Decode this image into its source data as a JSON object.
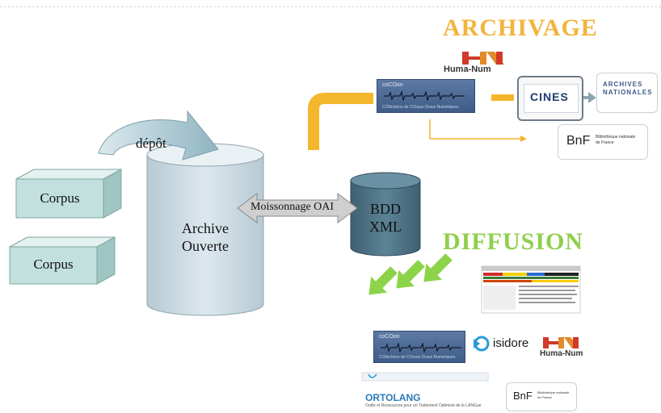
{
  "diagram": {
    "sections": {
      "archivage": "ARCHIVAGE",
      "diffusion": "DIFFUSION"
    },
    "nodes": {
      "corpus_1": "Corpus",
      "corpus_2": "Corpus",
      "archive_line1": "Archive",
      "archive_line2": "Ouverte",
      "bdd_line1": "BDD",
      "bdd_line2": "XML"
    },
    "edges": {
      "depot": "dépôt",
      "moissonnage": "Moissonnage OAI"
    },
    "logos": {
      "huma_num": "Huma-Num",
      "cocoon_title": "coCOon",
      "cocoon_subtitle": "COllections de COrpus Oraux Numériques",
      "cines": "CINES",
      "archives_line1": "ARCHIVES",
      "archives_line2": "NATIONALES",
      "bnf": "BnF",
      "bnf_sub": "Bibliothèque nationale de France",
      "isidore": "isidore",
      "ortolang": "ORTOLANG",
      "ortolang_sub": "Outils et Ressources pour un Traitement Optimisé de la LANGue"
    },
    "colors": {
      "archivage": "#f2b43c",
      "diffusion": "#8fcf4a",
      "cylinder_archive": "#c9d7df",
      "cylinder_bdd": "#4e7283",
      "corpus_box": "#bcdcd9",
      "arrow_orange": "#f4b62c",
      "arrow_green": "#8cd34a"
    }
  }
}
